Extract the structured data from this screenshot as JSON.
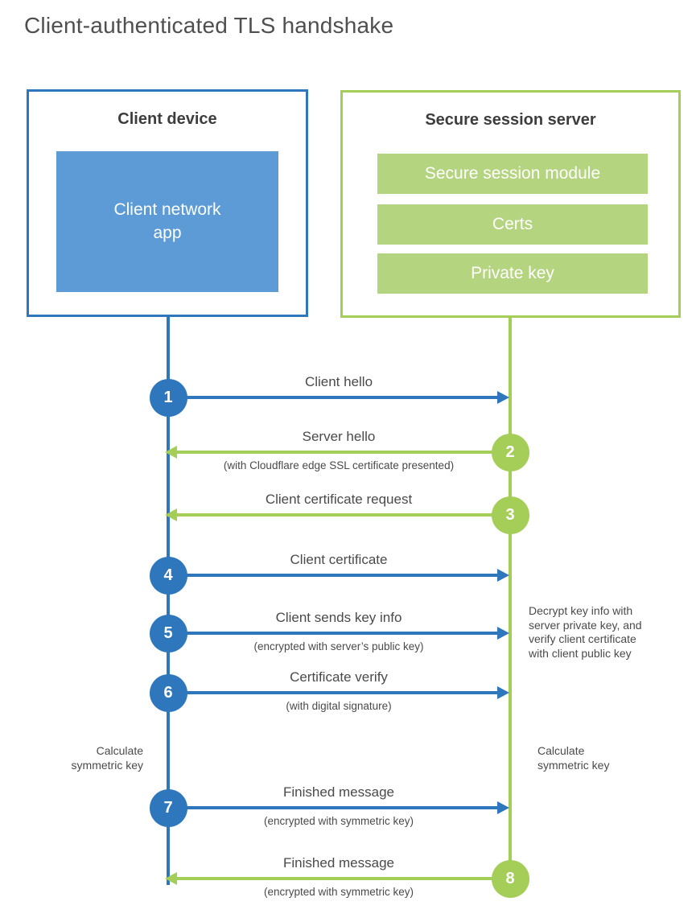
{
  "title": "Client-authenticated TLS handshake",
  "client": {
    "title": "Client device",
    "app_label": "Client network app"
  },
  "server": {
    "title": "Secure session server",
    "modules": [
      "Secure session module",
      "Certs",
      "Private key"
    ]
  },
  "steps": [
    {
      "num": "1",
      "direction": "client_to_server",
      "label": "Client hello",
      "sub": ""
    },
    {
      "num": "2",
      "direction": "server_to_client",
      "label": "Server hello",
      "sub": "(with Cloudflare edge SSL certificate presented)"
    },
    {
      "num": "3",
      "direction": "server_to_client",
      "label": "Client certificate request",
      "sub": ""
    },
    {
      "num": "4",
      "direction": "client_to_server",
      "label": "Client certificate",
      "sub": ""
    },
    {
      "num": "5",
      "direction": "client_to_server",
      "label": "Client sends key info",
      "sub": "(encrypted with server’s public key)"
    },
    {
      "num": "6",
      "direction": "client_to_server",
      "label": "Certificate verify",
      "sub": "(with digital signature)"
    },
    {
      "num": "7",
      "direction": "client_to_server",
      "label": "Finished message",
      "sub": "(encrypted with symmetric key)"
    },
    {
      "num": "8",
      "direction": "server_to_client",
      "label": "Finished message",
      "sub": "(encrypted with symmetric key)"
    }
  ],
  "side_notes": {
    "calc_left": "Calculate symmetric key",
    "calc_right": "Calculate symmetric key",
    "decrypt_note": "Decrypt key info with server private key, and verify client certificate with client public key"
  },
  "colors": {
    "client_accent": "#2e77bd",
    "client_fill": "#5c9bd5",
    "server_accent": "#a4ce58",
    "server_fill": "#b4d480",
    "text": "#4a4a4a"
  }
}
